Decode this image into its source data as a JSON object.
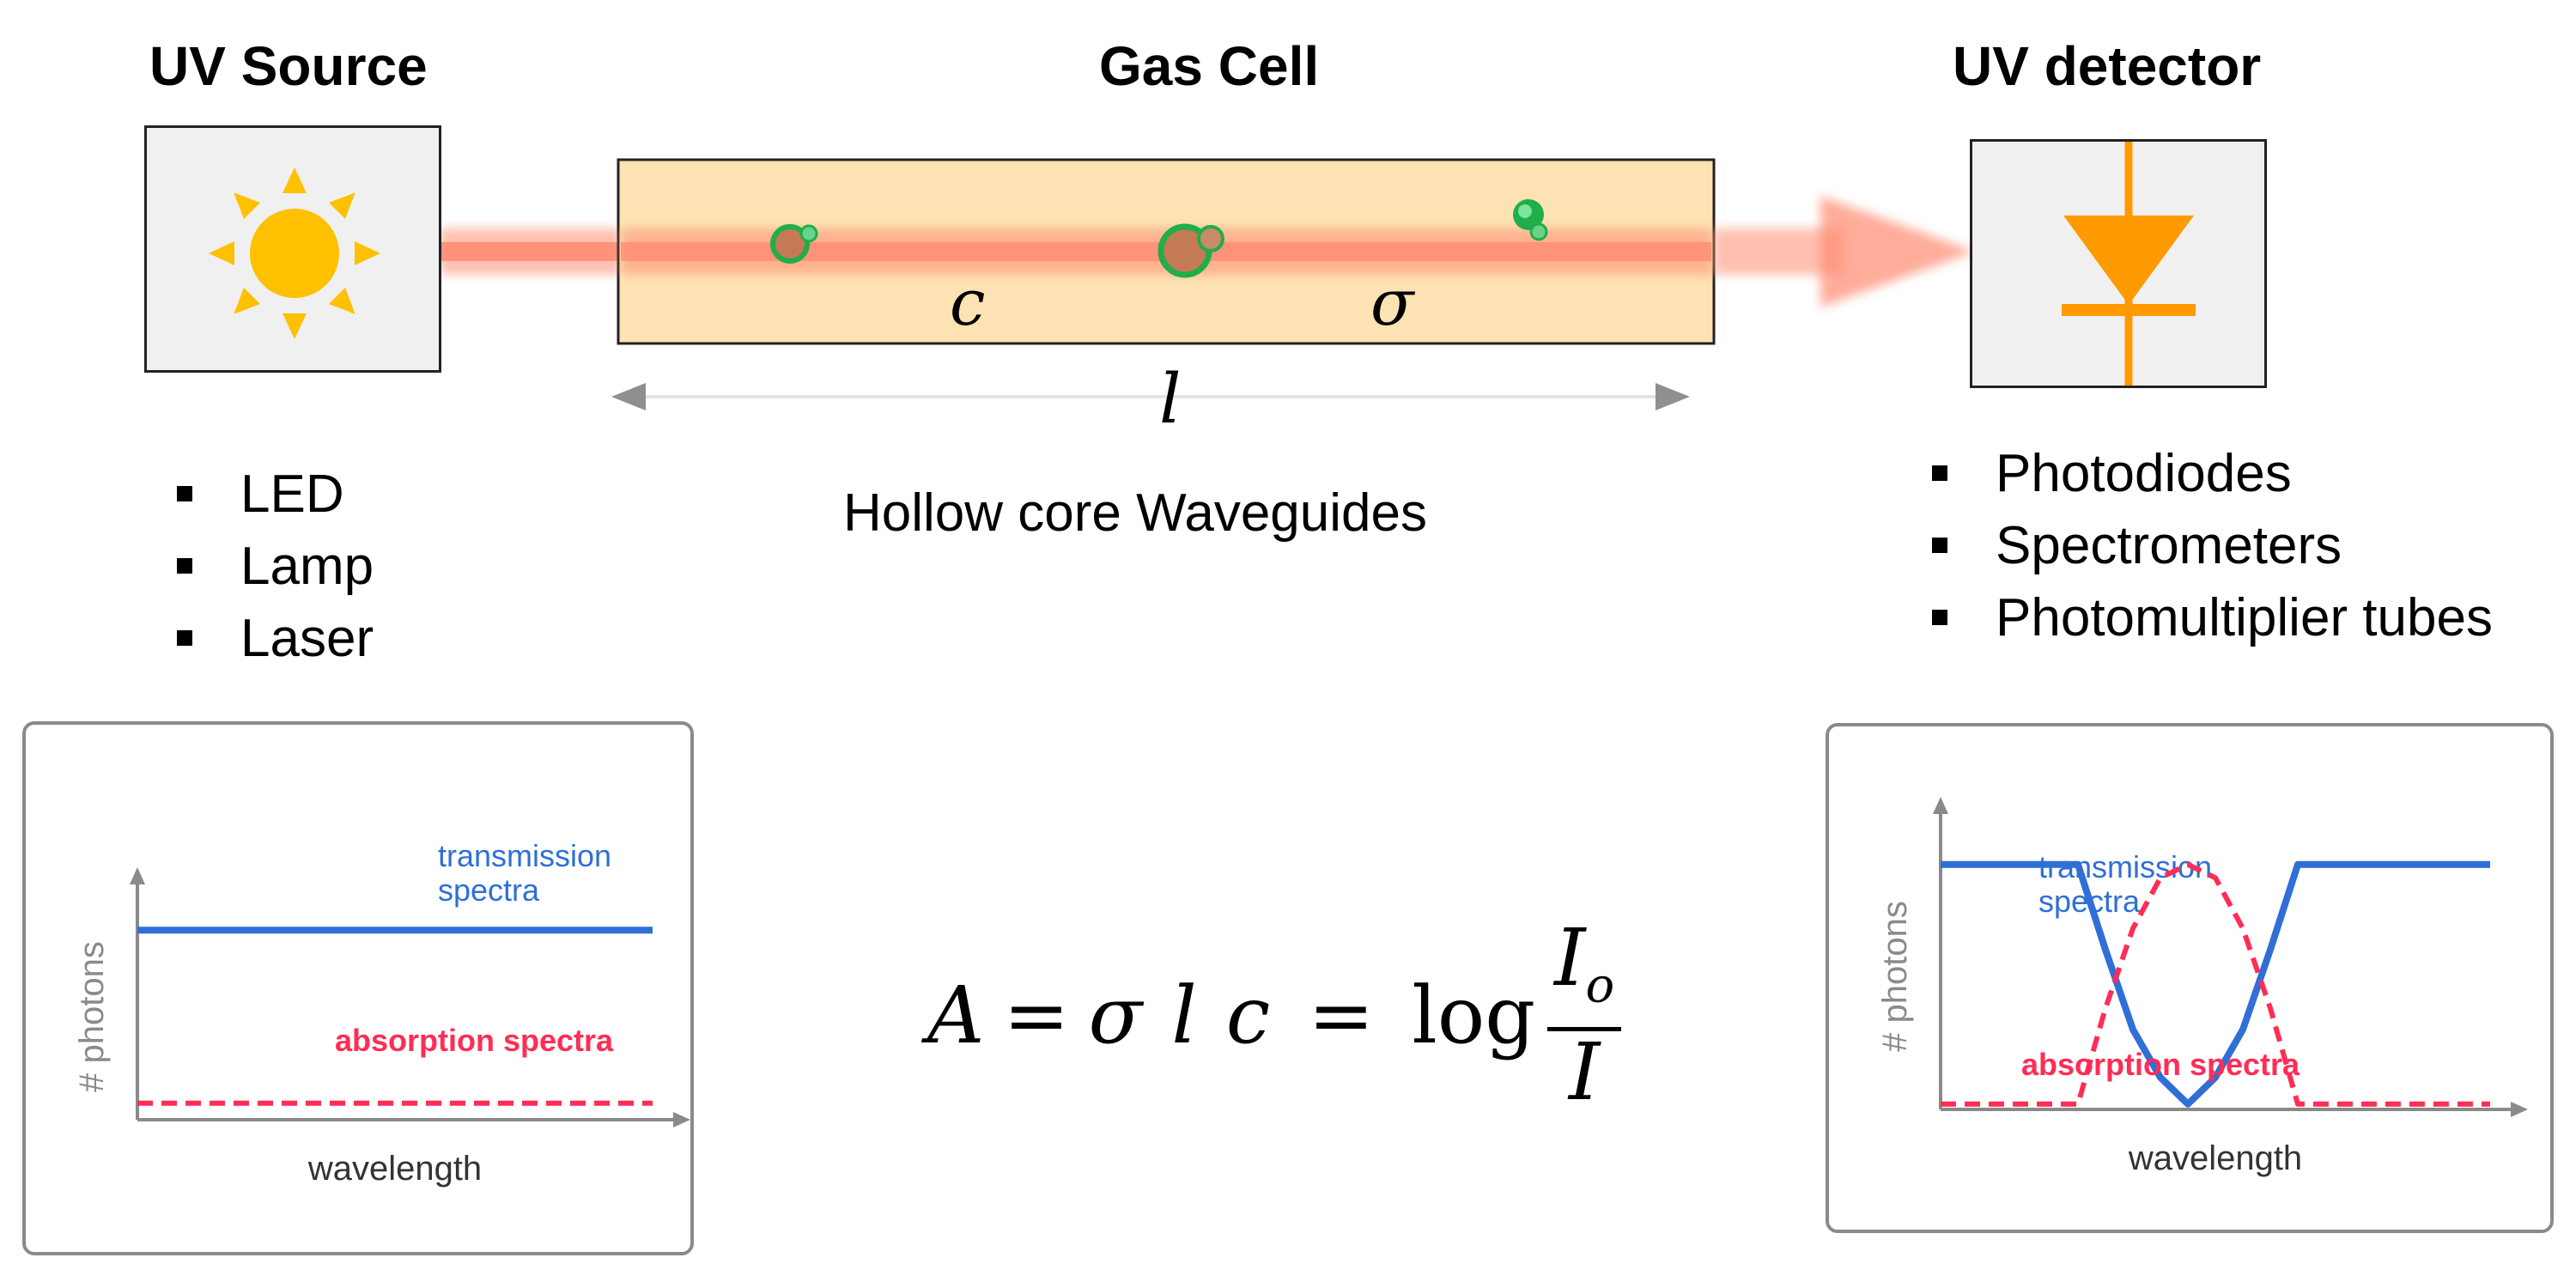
{
  "headings": {
    "source": "UV Source",
    "cell": "Gas Cell",
    "detector": "UV detector"
  },
  "cell": {
    "concentration_symbol": "c",
    "cross_section_symbol": "σ",
    "length_symbol": "l",
    "caption": "Hollow core Waveguides"
  },
  "source_types": [
    "LED",
    "Lamp",
    "Laser"
  ],
  "detector_types": [
    "Photodiodes",
    "Spectrometers",
    "Photomultiplier tubes"
  ],
  "formula": {
    "lhs": "A",
    "eq": "=",
    "sigma": "σ",
    "l": "l",
    "c": "c",
    "log": "log",
    "numerator_base": "I",
    "numerator_sub": "o",
    "denominator": "I"
  },
  "colors": {
    "sun": "#ffc000",
    "beam": "#ff8a70",
    "cell_fill": "#fde3b3",
    "diode": "#ff9a00",
    "transmission": "#2f6fd6",
    "absorption": "#ff2d55",
    "molecule": "#1fae4a"
  },
  "icons": {
    "source": "sun-icon",
    "detector": "photodiode-icon"
  },
  "chart_data": [
    {
      "type": "line",
      "xlabel": "wavelength",
      "ylabel": "# photons",
      "xlim": [
        0,
        100
      ],
      "ylim": [
        0,
        100
      ],
      "series": [
        {
          "name": "transmission spectra",
          "style": "solid",
          "color": "#2f6fd6",
          "x": [
            0,
            100
          ],
          "y": [
            92,
            92
          ]
        },
        {
          "name": "absorption spectra",
          "style": "dashed",
          "color": "#ff2d55",
          "x": [
            0,
            100
          ],
          "y": [
            8,
            8
          ]
        }
      ]
    },
    {
      "type": "line",
      "xlabel": "wavelength",
      "ylabel": "# photons",
      "xlim": [
        0,
        100
      ],
      "ylim": [
        0,
        100
      ],
      "series": [
        {
          "name": "transmission spectra",
          "style": "solid",
          "color": "#2f6fd6",
          "x": [
            0,
            25,
            30,
            35,
            40,
            45,
            50,
            55,
            60,
            65,
            100
          ],
          "y": [
            92,
            92,
            60,
            30,
            12,
            2,
            12,
            30,
            60,
            92,
            92
          ]
        },
        {
          "name": "absorption spectra",
          "style": "dashed",
          "color": "#ff2d55",
          "x": [
            0,
            25,
            30,
            35,
            40,
            45,
            50,
            55,
            60,
            65,
            100
          ],
          "y": [
            2,
            2,
            38,
            68,
            87,
            92,
            87,
            68,
            38,
            2,
            2
          ]
        }
      ]
    }
  ]
}
